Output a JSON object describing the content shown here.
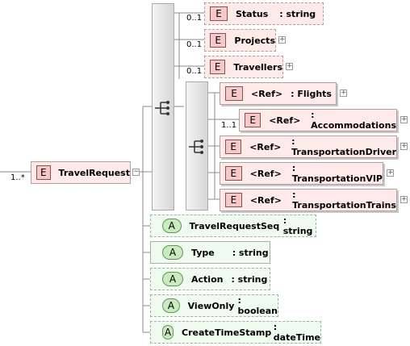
{
  "root": {
    "tag": "E",
    "name": "TravelRequest",
    "cardinality": "1..*"
  },
  "elements": [
    {
      "tag": "E",
      "name": "Status",
      "type": ": string",
      "cardinality": "0..1"
    },
    {
      "tag": "E",
      "name": "Projects",
      "cardinality": "0..1"
    },
    {
      "tag": "E",
      "name": "Travellers",
      "cardinality": "0..1"
    }
  ],
  "choice_elements": [
    {
      "tag": "E",
      "ref": "<Ref>",
      "name": ": Flights"
    },
    {
      "tag": "E",
      "ref": "<Ref>",
      "name": ": Accommodations",
      "cardinality": "1..1"
    },
    {
      "tag": "E",
      "ref": "<Ref>",
      "name": ": TransportationDriver"
    },
    {
      "tag": "E",
      "ref": "<Ref>",
      "name": ": TransportationVIP"
    },
    {
      "tag": "E",
      "ref": "<Ref>",
      "name": ": TransportationTrains"
    }
  ],
  "attributes": [
    {
      "tag": "A",
      "name": "TravelRequestSeq",
      "type": ": string"
    },
    {
      "tag": "A",
      "name": "Type",
      "type": ": string"
    },
    {
      "tag": "A",
      "name": "Action",
      "type": ": string"
    },
    {
      "tag": "A",
      "name": "ViewOnly",
      "type": ": boolean"
    },
    {
      "tag": "A",
      "name": "CreateTimeStamp",
      "type": ": dateTime"
    }
  ],
  "expander_symbol": "+",
  "collapse_symbol": "−"
}
